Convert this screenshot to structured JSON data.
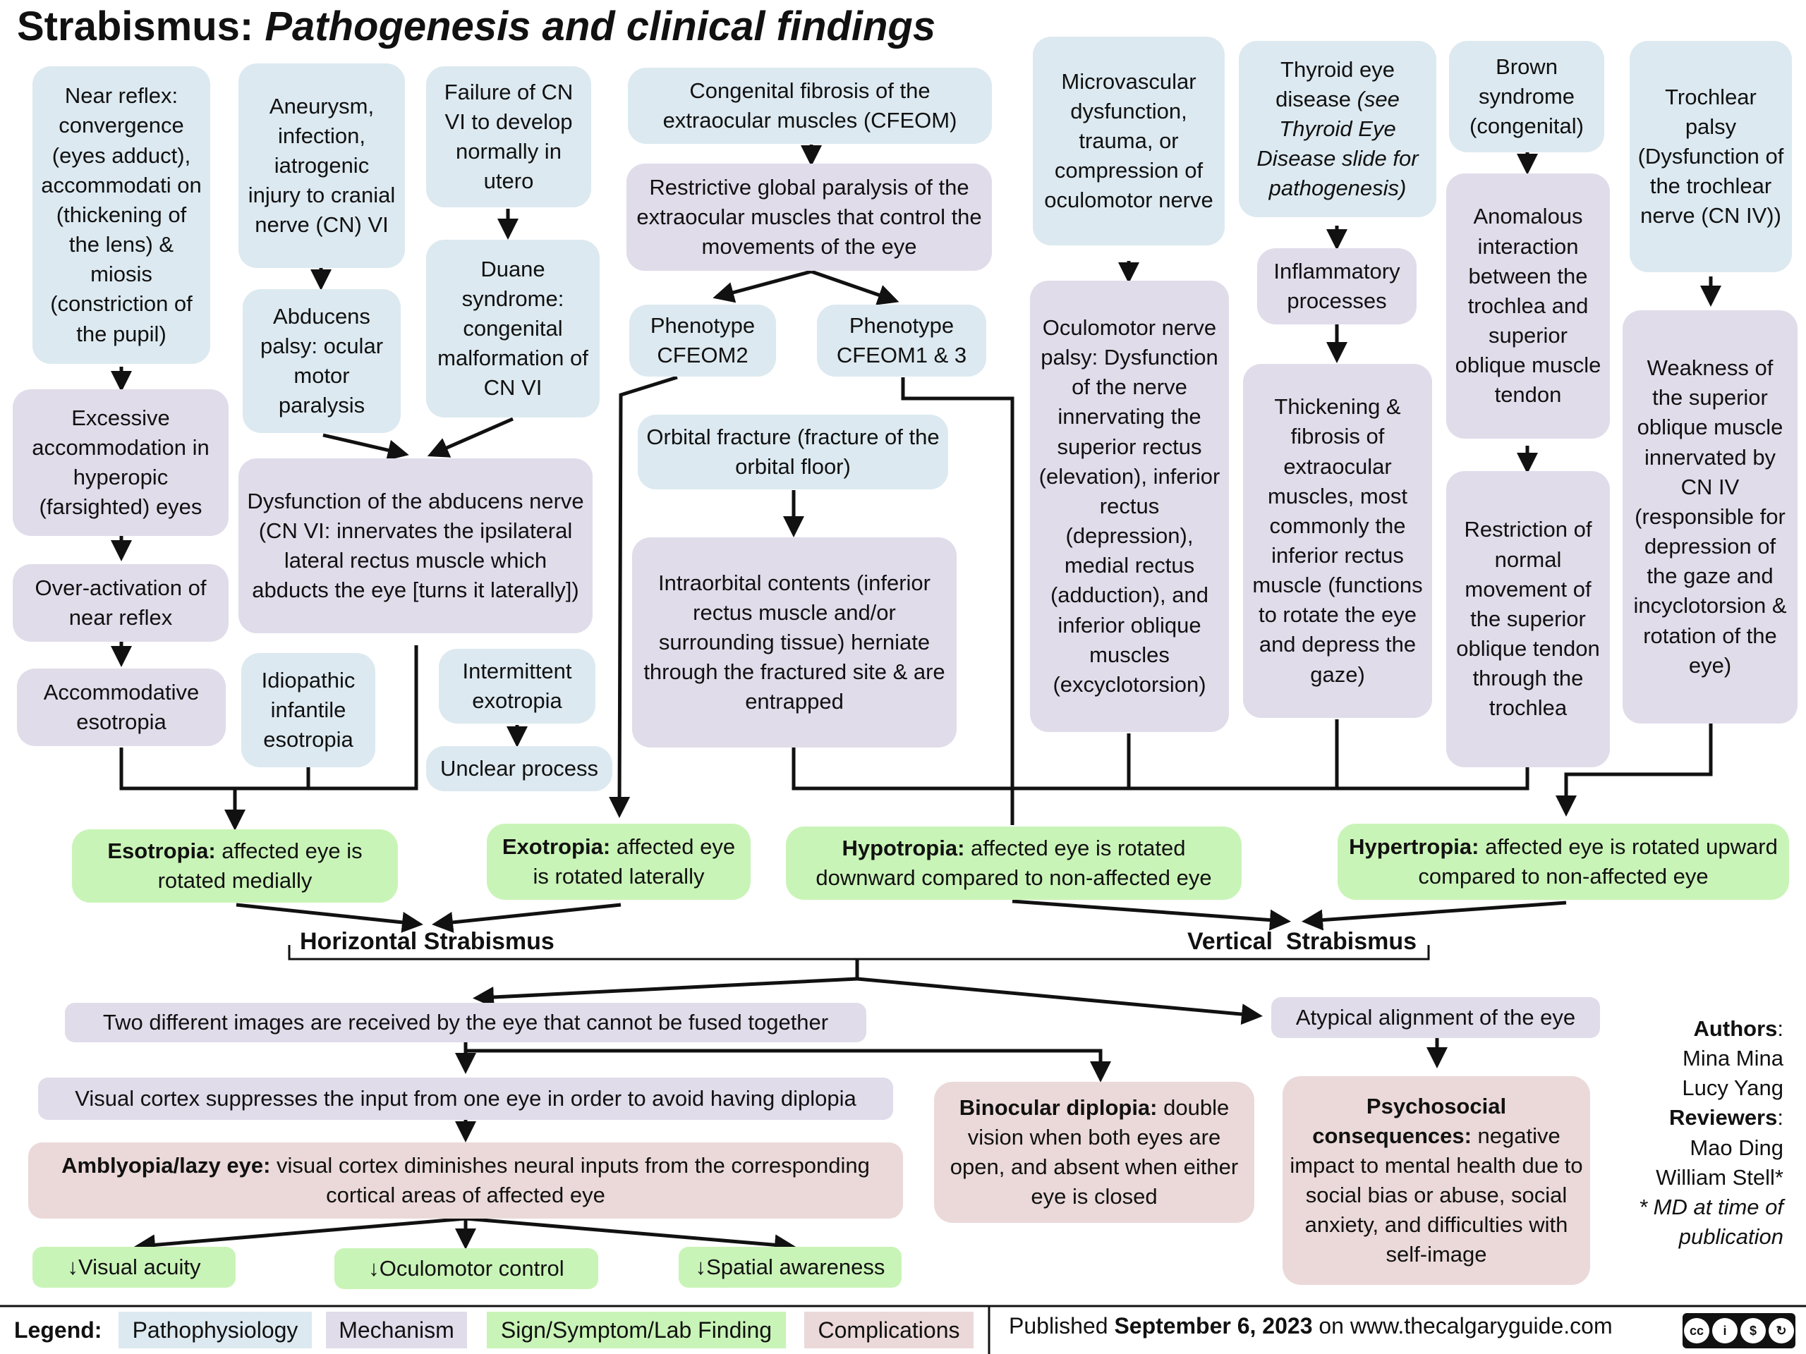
{
  "title": {
    "main": "Strabismus:",
    "subtitle": "Pathogenesis and clinical findings"
  },
  "col1": {
    "near_reflex": "Near reflex: convergence (eyes adduct), accommodati on (thickening of the lens) & miosis (constriction of the pupil)",
    "excessive": "Excessive accommodation in hyperopic (farsighted) eyes",
    "overactivation": "Over-activation of near reflex",
    "accommodative": "Accommodative esotropia"
  },
  "col2": {
    "aneurysm": "Aneurysm, infection, iatrogenic injury to cranial nerve (CN) VI",
    "abducens_palsy": "Abducens palsy: ocular motor paralysis",
    "idiopathic": "Idiopathic infantile esotropia"
  },
  "col3": {
    "failure": "Failure of CN VI  to develop normally in utero",
    "duane": "Duane syndrome: congenital malformation of CN VI",
    "intermittent": "Intermittent exotropia",
    "unclear": "Unclear process"
  },
  "dysfunction_abducens": "Dysfunction of the abducens nerve (CN VI: innervates the ipsilateral lateral rectus muscle which abducts the eye [turns it laterally])",
  "cfeom": {
    "congenital": "Congenital fibrosis of the extraocular muscles (CFEOM)",
    "restrictive": "Restrictive global paralysis of the extraocular muscles that control the movements of the eye",
    "phenotype2": "Phenotype CFEOM2",
    "phenotype13": "Phenotype CFEOM1 & 3"
  },
  "orbital": {
    "fracture": "Orbital fracture (fracture of the orbital floor)",
    "intraorbital": "Intraorbital contents (inferior rectus muscle and/or surrounding tissue) herniate through the fractured site & are entrapped"
  },
  "oculomotor": {
    "micro": "Microvascular dysfunction, trauma, or compression of oculomotor nerve",
    "palsy": "Oculomotor nerve palsy: Dysfunction of the nerve innervating the superior rectus (elevation), inferior rectus (depression), medial rectus (adduction), and inferior oblique muscles (excyclotorsion)"
  },
  "thyroid": {
    "disease_pre": "Thyroid eye disease",
    "disease_it": "(see Thyroid Eye Disease slide for pathogenesis)",
    "inflammatory": "Inflammatory processes",
    "thickening": "Thickening & fibrosis of extraocular muscles, most commonly the inferior rectus muscle (functions to rotate the eye and depress the gaze)"
  },
  "brown": {
    "syndrome": "Brown syndrome (congenital)",
    "anomalous": "Anomalous interaction between the trochlea and superior oblique muscle tendon",
    "restriction": "Restriction of normal movement of the superior oblique tendon through the trochlea"
  },
  "trochlear": {
    "palsy": "Trochlear palsy (Dysfunction of the trochlear nerve (CN IV))",
    "weakness": "Weakness of the superior oblique muscle innervated by CN IV (responsible for depression of the gaze and incyclotorsion & rotation of the eye)"
  },
  "signs": {
    "esotropia_b": "Esotropia:",
    "esotropia": " affected eye is rotated medially",
    "exotropia_b": "Exotropia:",
    "exotropia": " affected eye is rotated laterally",
    "hypotropia_b": "Hypotropia:",
    "hypotropia": " affected eye is rotated downward compared to non-affected eye",
    "hypertropia_b": "Hypertropia:",
    "hypertropia": " affected eye is rotated upward compared to non-affected eye"
  },
  "groups": {
    "horizontal": "Horizontal Strabismus",
    "vertical": "Vertical  Strabismus"
  },
  "lower": {
    "two_images": "Two different images are received by the eye that cannot be fused together",
    "visual_cortex": "Visual cortex suppresses the input from one eye in order to avoid having diplopia",
    "amblyopia_b": "Amblyopia/lazy eye:",
    "amblyopia": " visual cortex diminishes neural inputs from the corresponding cortical areas of affected eye",
    "acuity": "↓Visual acuity",
    "oculomotor": "↓Oculomotor control",
    "spatial": "↓Spatial awareness",
    "diplopia_b": "Binocular diplopia:",
    "diplopia": " double vision when both eyes are open, and absent when either eye is closed",
    "atypical": "Atypical alignment of the eye",
    "psych_b": "Psychosocial consequences:",
    "psych": " negative impact to mental health due to social bias or abuse, social anxiety, and difficulties with self-image"
  },
  "authors": {
    "authors_label": "Authors",
    "a1": "Mina Mina",
    "a2": "Lucy Yang",
    "reviewers_label": "Reviewers",
    "r1": "Mao Ding",
    "r2": "William Stell*",
    "note": "* MD at time of publication"
  },
  "legend": {
    "label": "Legend:",
    "pathophysiology": "Pathophysiology",
    "mechanism": "Mechanism",
    "sign": "Sign/Symptom/Lab Finding",
    "complications": "Complications",
    "published_pre": "Published",
    "published_date": "September 6, 2023",
    "published_post": "on www.thecalgaryguide.com",
    "license": "cc BY NC SA"
  },
  "colors": {
    "pathophysiology": "#dce9f0",
    "mechanism": "#e0dcea",
    "sign": "#c9f4b7",
    "complications": "#ebd9d9"
  }
}
